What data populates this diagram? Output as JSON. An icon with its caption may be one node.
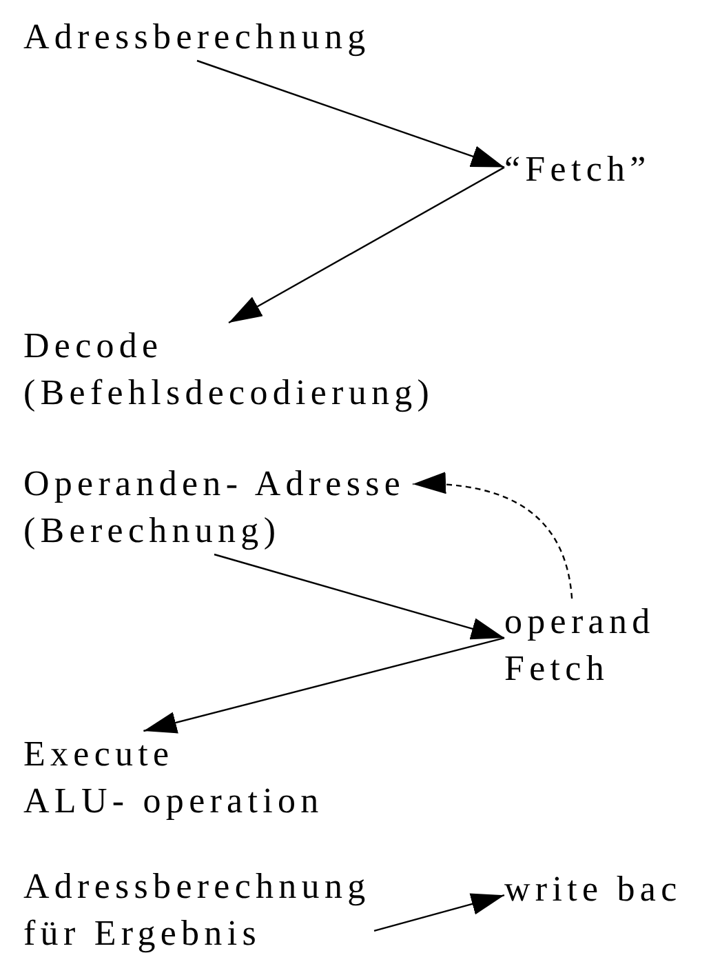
{
  "diagram": {
    "nodes": [
      {
        "text": [
          "Adressberechnung"
        ]
      },
      {
        "text": [
          "“Fetch”"
        ]
      },
      {
        "text": [
          "Decode",
          "(Befehlsdecodierung)"
        ]
      },
      {
        "text": [
          "Operanden- Adresse",
          "(Berechnung)"
        ]
      },
      {
        "text": [
          "operand",
          "Fetch"
        ]
      },
      {
        "text": [
          "Execute",
          "ALU- operation"
        ]
      },
      {
        "text": [
          "Adressberechnung",
          "für Ergebnis"
        ]
      },
      {
        "text": [
          "write bac"
        ]
      }
    ],
    "edges": [
      {
        "from": 0,
        "to": 1,
        "arrow": "to"
      },
      {
        "from": 1,
        "to": 2,
        "arrow": "to"
      },
      {
        "from": 4,
        "to": 3,
        "arrow": "to",
        "style": "dashed"
      },
      {
        "from": 3,
        "to": 4,
        "arrow": "to"
      },
      {
        "from": 4,
        "to": 5,
        "arrow": "to"
      },
      {
        "from": 6,
        "to": 7,
        "arrow": "to"
      }
    ]
  }
}
